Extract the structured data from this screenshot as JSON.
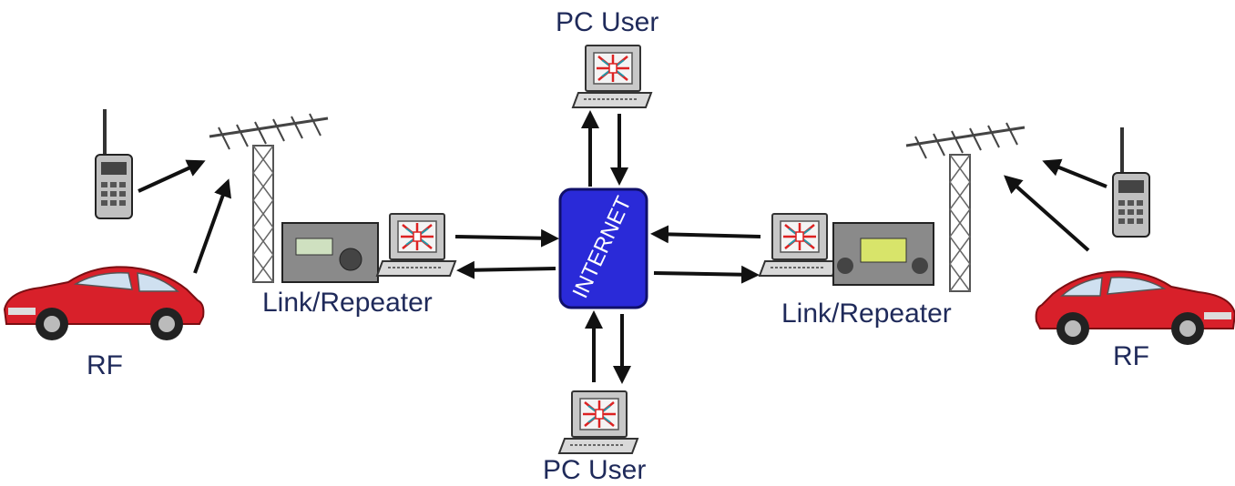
{
  "labels": {
    "pc_user_top": "PC User",
    "pc_user_bottom": "PC User",
    "link_left": "Link/Repeater",
    "link_right": "Link/Repeater",
    "rf_left": "RF",
    "rf_right": "RF",
    "internet": "INTERNET"
  },
  "colors": {
    "internet_fill": "#2a2ad8",
    "car_body": "#d8202a",
    "label_text": "#1f2a5a",
    "arrow": "#111111"
  }
}
